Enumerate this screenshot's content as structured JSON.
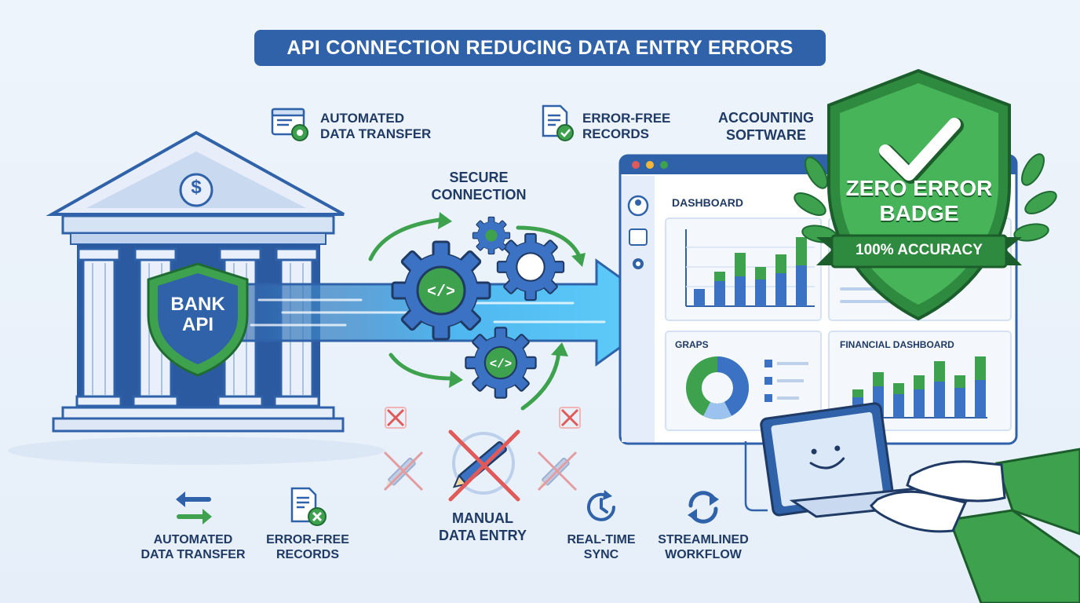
{
  "title": "API CONNECTION REDUCING DATA ENTRY ERRORS",
  "top_features": [
    {
      "line1": "AUTOMATED",
      "line2": "DATA TRANSFER"
    },
    {
      "line1": "ERROR-FREE",
      "line2": "RECORDS"
    },
    {
      "line1": "ACCOUNTING",
      "line2": "SOFTWARE"
    }
  ],
  "connection": {
    "line1": "SECURE",
    "line2": "CONNECTION"
  },
  "bank": {
    "line1": "BANK",
    "line2": "API",
    "symbol": "$"
  },
  "software": {
    "dashboard_label": "DASHBOARD",
    "graphs_label": "GRAPS",
    "financial_label": "FINANCIAL DASHBOARD"
  },
  "badge": {
    "line1": "ZERO ERROR",
    "line2": "BADGE",
    "ribbon": "100% ACCURACY"
  },
  "manual": {
    "line1": "MANUAL",
    "line2": "DATA ENTRY"
  },
  "bottom_features": [
    {
      "line1": "AUTOMATED",
      "line2": "DATA TRANSFER"
    },
    {
      "line1": "ERROR-FREE",
      "line2": "RECORDS"
    },
    {
      "line1": "REAL-TIME",
      "line2": "SYNC"
    },
    {
      "line1": "STREAMLINED",
      "line2": "WORKFLOW"
    }
  ],
  "colors": {
    "blue": "#2f62a8",
    "green": "#3da14e",
    "arrow": "#4fc3f7",
    "red": "#e05a5a"
  }
}
